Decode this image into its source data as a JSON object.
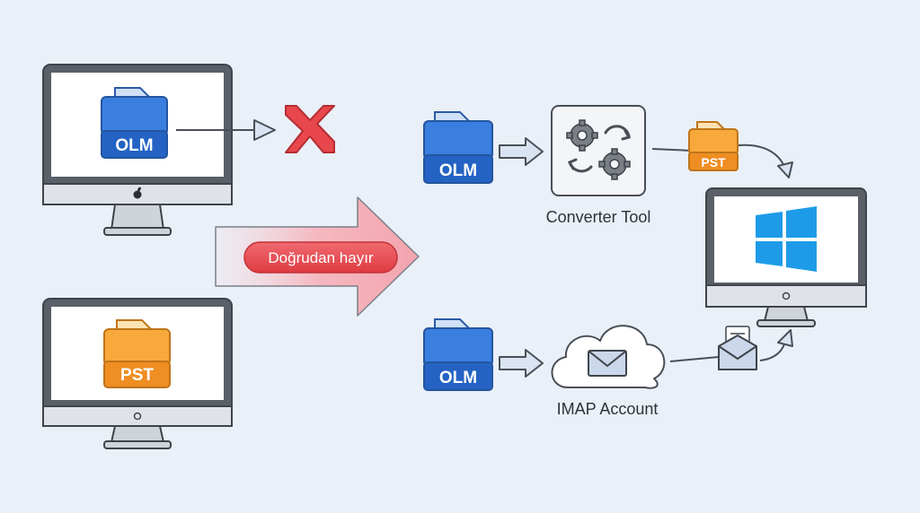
{
  "mac_file": {
    "label": "OLM",
    "color": "#2f6fce"
  },
  "legacy_file": {
    "label": "PST",
    "color": "#f29a2e"
  },
  "blocked": {
    "label": "Doğrudan hayır",
    "color": "#e8474d"
  },
  "top_flow": {
    "source_label": "OLM",
    "tool_label": "Converter Tool",
    "output_label": "PST"
  },
  "bottom_flow": {
    "source_label": "OLM",
    "account_label": "IMAP Account"
  },
  "colors": {
    "background": "#eaf0f8",
    "outline": "#4a4f57",
    "arrow_fill": "#d9e3f1",
    "windows_blue": "#1e9be8"
  },
  "icons": [
    "apple-logo-icon",
    "red-x-icon",
    "gears-icon",
    "cloud-icon",
    "envelope-icon",
    "windows-logo-icon"
  ]
}
